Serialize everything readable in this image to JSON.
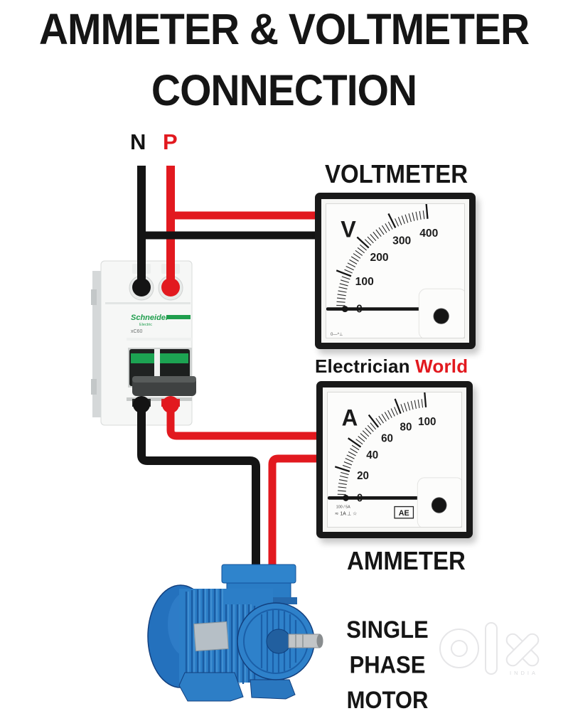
{
  "title": {
    "line1": "AMMETER & VOLTMETER",
    "line2": "CONNECTION"
  },
  "supply": {
    "neutral_label": "N",
    "phase_label": "P",
    "neutral_color": "#141414",
    "phase_color": "#e2191f"
  },
  "wires": {
    "black": "#141414",
    "red": "#e2191f"
  },
  "breaker": {
    "brand": "Schneider",
    "brand_sub": "Electric",
    "model": "xC60",
    "brand_color": "#1f9e4d"
  },
  "voltmeter": {
    "label": "VOLTMETER",
    "unit": "V",
    "scale_labels": [
      "0",
      "100",
      "200",
      "300",
      "400"
    ],
    "minor_ticks_per_div": 10,
    "needle_value": 0,
    "footnote": "0—^⊥"
  },
  "ammeter": {
    "label": "AMMETER",
    "unit": "A",
    "scale_labels": [
      "0",
      "20",
      "40",
      "60",
      "80",
      "100"
    ],
    "minor_ticks_per_div": 8,
    "needle_value": 0,
    "ratio_text": "100 / 5A",
    "symbols_text": "≂ 1A ⊥ ☆",
    "brand": "AE"
  },
  "credit": {
    "part1": "Electrician ",
    "part2": "World",
    "part2_color": "#e2191f"
  },
  "motor": {
    "label_line1": "SINGLE PHASE",
    "label_line2": "MOTOR",
    "body_color": "#2b7cc5"
  },
  "watermark": {
    "logo": "OLX",
    "text": "INDIA"
  }
}
